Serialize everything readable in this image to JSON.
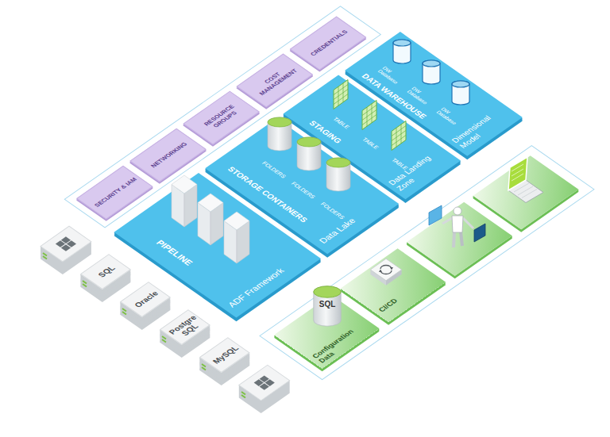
{
  "diagram": {
    "nodes": [
      {
        "text": [
          "SECURITY & IAM"
        ]
      },
      {
        "text": [
          "NETWORKING"
        ]
      },
      {
        "text": [
          "RESOURCE GROUPS"
        ]
      },
      {
        "text": [
          "COST MANAGEMENT"
        ]
      },
      {
        "text": [
          "CREDENTIALS"
        ]
      },
      {
        "text": [
          "PIPELINE",
          "ADF Framework"
        ]
      },
      {
        "text": [
          "STORAGE CONTAINERS",
          "Data Lake"
        ]
      },
      {
        "text": [
          "STAGING",
          "Data Landing Zone"
        ]
      },
      {
        "text": [
          "DATA WAREHOUSE",
          "Dimensional Model"
        ]
      },
      {
        "text": [
          "SQL"
        ]
      },
      {
        "text": [
          "Oracle"
        ]
      },
      {
        "text": [
          "Postgre SQL"
        ]
      },
      {
        "text": [
          "MySQL"
        ]
      },
      {
        "text": [
          "Configuration Data"
        ]
      },
      {
        "text": [
          "CI/CD"
        ]
      }
    ],
    "labels": [
      "FOLDERS",
      "FOLDERS",
      "FOLDERS",
      "TABLE",
      "TABLE",
      "TABLE",
      "DW Database",
      "DW Database",
      "DW Database",
      "SQL"
    ]
  }
}
